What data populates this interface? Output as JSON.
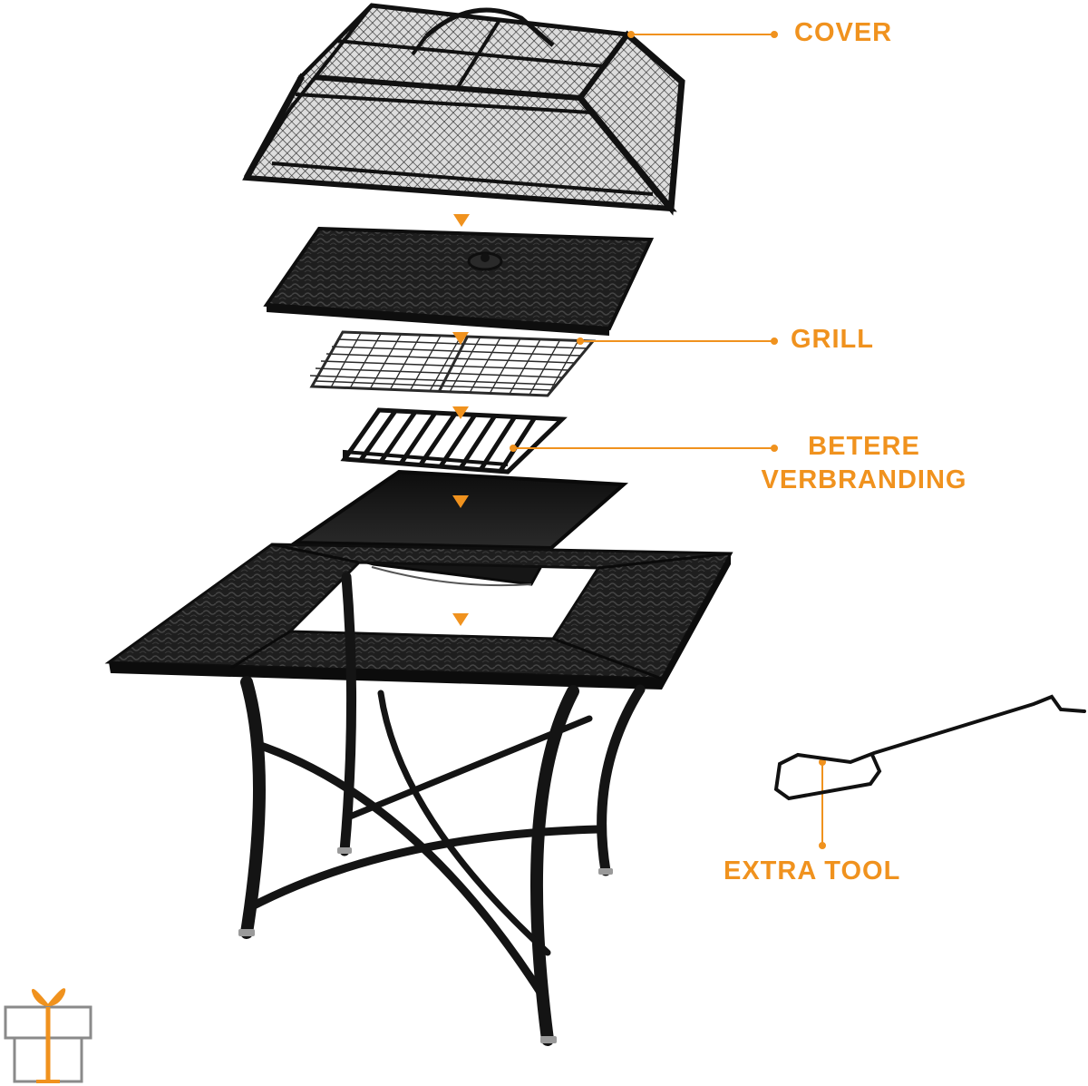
{
  "colors": {
    "accent": "#f0921e",
    "metal": "#1c1c1c",
    "background": "#ffffff"
  },
  "labels": {
    "cover": "COVER",
    "grill": "GRILL",
    "combustion_line1": "BETERE",
    "combustion_line2": "VERBRANDING",
    "tool": "EXTRA TOOL"
  },
  "icons": {
    "gift": "gift-icon"
  }
}
